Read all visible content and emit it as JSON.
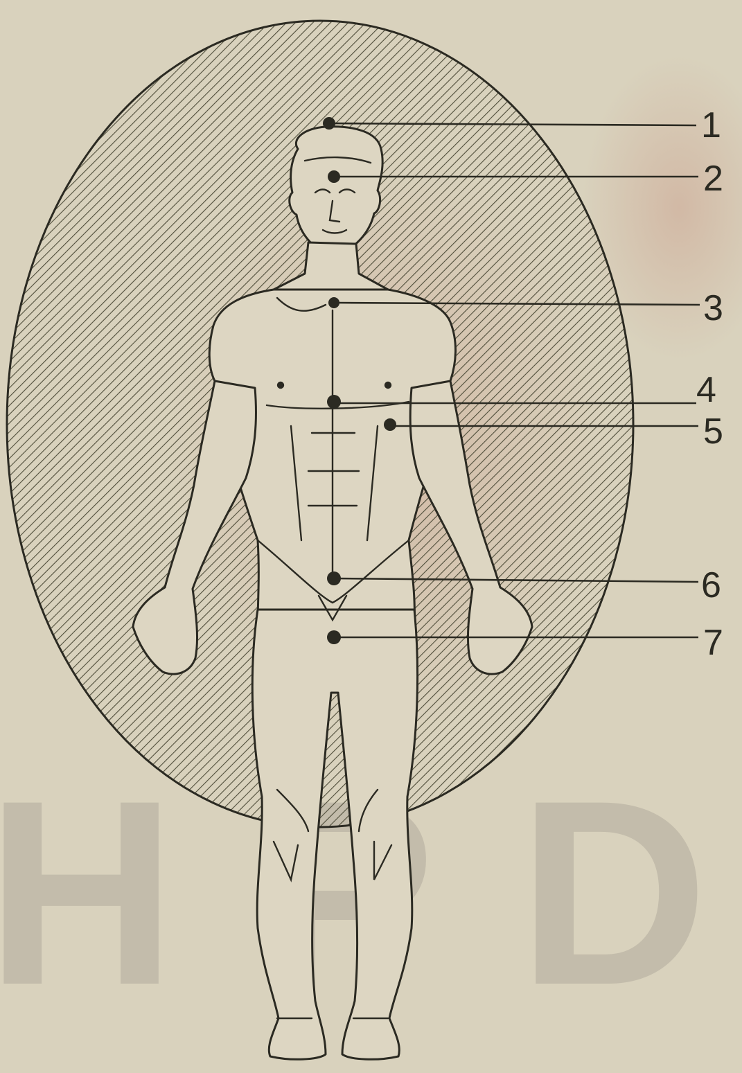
{
  "diagram": {
    "colors": {
      "paper": "#d9d2bd",
      "ink": "#2b2a22",
      "hatch": "#4f4d3a"
    },
    "watermark": "HPD",
    "points": [
      {
        "label": "1"
      },
      {
        "label": "2"
      },
      {
        "label": "3"
      },
      {
        "label": "4"
      },
      {
        "label": "5"
      },
      {
        "label": "6"
      },
      {
        "label": "7"
      }
    ]
  }
}
